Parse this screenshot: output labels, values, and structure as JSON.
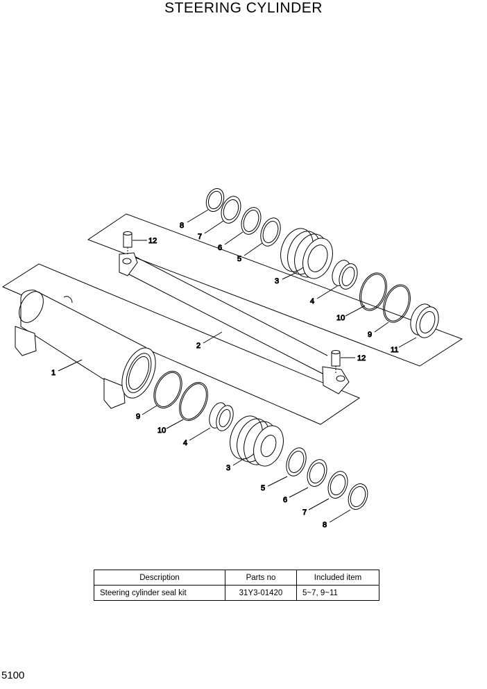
{
  "title": "STEERING CYLINDER",
  "page_number": "5100",
  "callouts": {
    "rod": "2",
    "tube": "1",
    "pin_top": "12",
    "pin_bottom": "12",
    "top_8": "8",
    "top_7": "7",
    "top_6": "6",
    "top_5": "5",
    "top_3": "3",
    "top_4": "4",
    "top_10": "10",
    "top_9": "9",
    "top_11": "11",
    "bot_9": "9",
    "bot_10": "10",
    "bot_4": "4",
    "bot_3": "3",
    "bot_5": "5",
    "bot_6": "6",
    "bot_7": "7",
    "bot_8": "8"
  },
  "table": {
    "headers": [
      "Description",
      "Parts no",
      "Included item"
    ],
    "rows": [
      [
        "Steering cylinder seal kit",
        "31Y3-01420",
        "5~7, 9~11"
      ]
    ]
  }
}
